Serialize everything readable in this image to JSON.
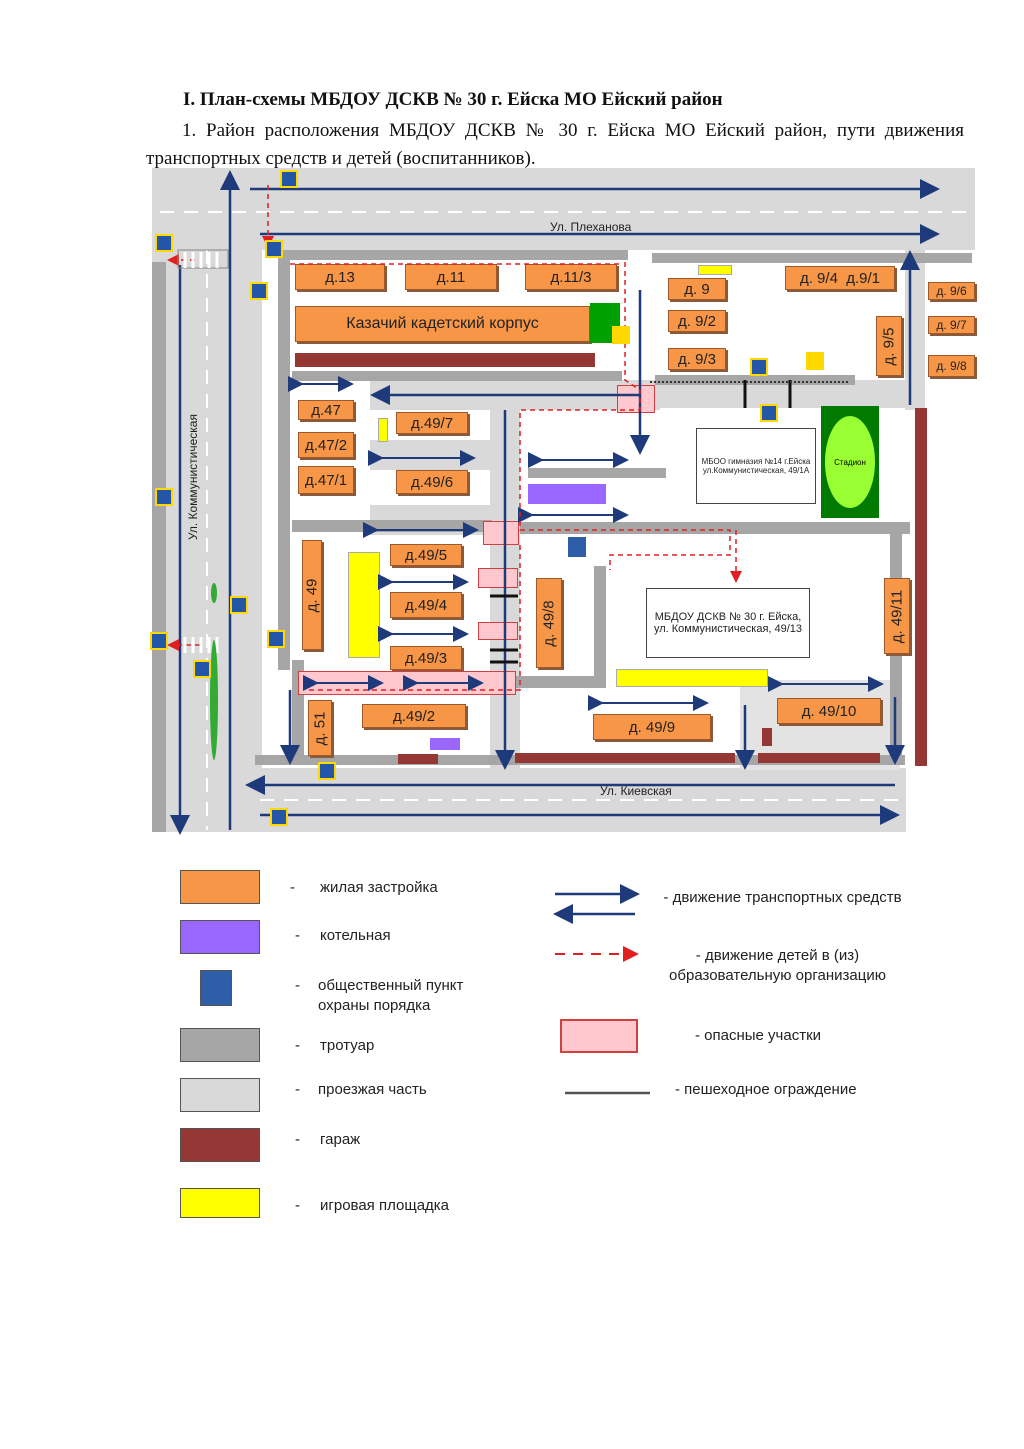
{
  "heading": "I. План-схемы МБДОУ ДСКВ № 30 г. Ейска МО Ейский район",
  "subheading": "1. Район расположения МБДОУ ДСКВ № 30 г. Ейска МО Ейский район, пути движения транспортных средств и детей (воспитанников).",
  "streets": {
    "top": "Ул. Плеханова",
    "left": "Ул. Коммунистическая",
    "bottom": "Ул. Киевская"
  },
  "buildings": {
    "d13": "д.13",
    "d11": "д.11",
    "d11_3": "д.11/3",
    "corpus": "Казачий кадетский корпус",
    "d9": "д. 9",
    "d9_2": "д. 9/2",
    "d9_3": "д. 9/3",
    "d9_4": "д. 9/4  д.9/1",
    "d9_5": "д. 9/5",
    "d9_6": "д. 9/6",
    "d9_7": "д. 9/7",
    "d9_8": "д. 9/8",
    "d47": "д.47",
    "d47_2": "д.47/2",
    "d47_1": "д.47/1",
    "d49_7": "д.49/7",
    "d49_6": "д.49/6",
    "d49_5": "д.49/5",
    "d49_4": "д.49/4",
    "d49_3": "д.49/3",
    "d49": "д. 49",
    "d49_8": "д. 49/8",
    "d49_11": "д. 49/11",
    "d51": "д. 51",
    "d49_2": "д.49/2",
    "d49_9": "д. 49/9",
    "d49_10": "д. 49/10"
  },
  "gymnasium": "МБОО гимназия №14 г.Ейска ул.Коммунистическая, 49/1А",
  "stadium": "Стадион",
  "school": "МБДОУ ДСКВ № 30 г. Ейска, ул. Коммунистическая, 49/13",
  "legend": {
    "residential": "жилая застройка",
    "boiler": "котельная",
    "police": "общественный пункт охраны порядка",
    "sidewalk": "тротуар",
    "roadway": "проезжая часть",
    "garage": "гараж",
    "playground": "игровая площадка",
    "traffic": "- движение транспортных средств",
    "children": "- движение детей в (из) образовательную организацию",
    "danger": "- опасные участки",
    "fence": "- пешеходное ограждение",
    "dash": "-"
  },
  "colors": {
    "residential": "#f79646",
    "boiler": "#9966ff",
    "police": "#2e5ea8",
    "sidewalk": "#a6a6a6",
    "roadway": "#d9d9d9",
    "garage": "#953735",
    "playground": "#ffff00",
    "arrow": "#1f3a7a",
    "route": "#e02020"
  }
}
